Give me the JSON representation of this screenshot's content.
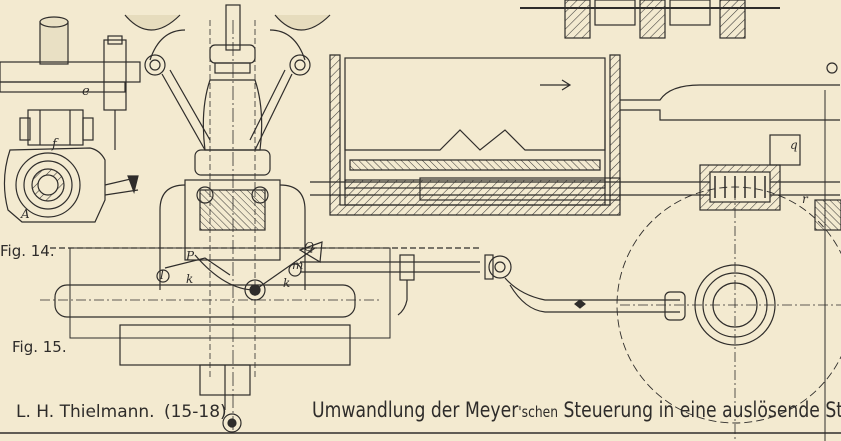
{
  "figures": {
    "fig14_label": "Fig. 14.",
    "fig15_label": "Fig. 15."
  },
  "part_letters": {
    "e": "e",
    "f": "f",
    "A": "A",
    "q": "q",
    "r": "r",
    "P": "P",
    "Q": "Q",
    "k_left": "k",
    "k_right": "k",
    "l": "l",
    "m": "m"
  },
  "author": "L. H. Thielmann.",
  "plate_number": "(15-18)",
  "caption": {
    "part1": "Umwandlung der Meyer",
    "part2": "'schen",
    "part3": "Steuerung in eine auslösende St"
  }
}
